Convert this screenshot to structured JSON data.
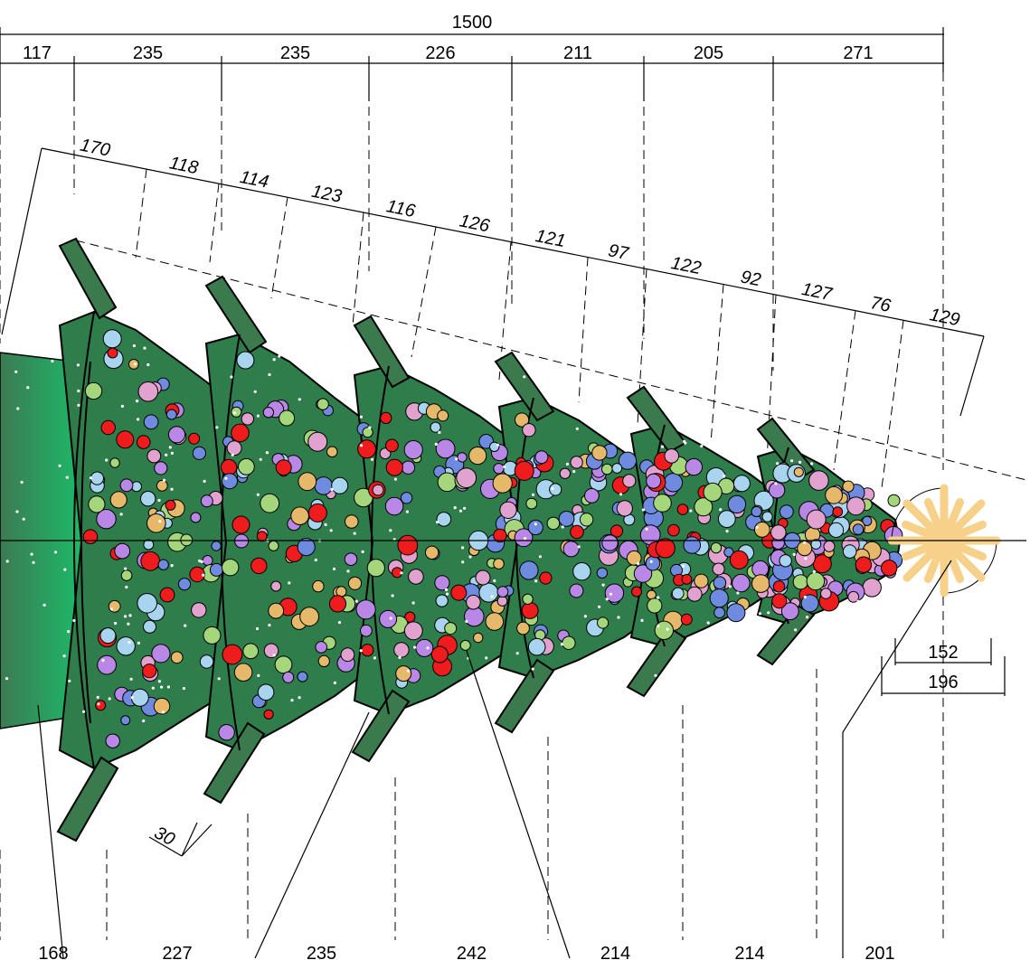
{
  "top": {
    "overall": "1500",
    "segments": [
      "117",
      "235",
      "235",
      "226",
      "211",
      "205",
      "271"
    ]
  },
  "slanted": {
    "segments": [
      "170",
      "118",
      "114",
      "123",
      "116",
      "126",
      "121",
      "97",
      "122",
      "92",
      "127",
      "76",
      "129"
    ]
  },
  "bottom": {
    "segments": [
      "168",
      "227",
      "235",
      "242",
      "214",
      "214",
      "201"
    ]
  },
  "right": {
    "inner": "152",
    "outer": "196"
  },
  "thickness": "30",
  "colors": {
    "tree_dark": "#2e7d4a",
    "tree_light": "#19c06a",
    "ornament_red": "#ee1c1c",
    "ornament_purple": "#b987e6",
    "ornament_blue": "#6f8be0",
    "ornament_pink": "#e2a2d0",
    "ornament_green": "#a6d67c",
    "ornament_gold": "#e6b86a",
    "ornament_lightblue": "#a8d4f0",
    "star": "#f7d08a"
  }
}
